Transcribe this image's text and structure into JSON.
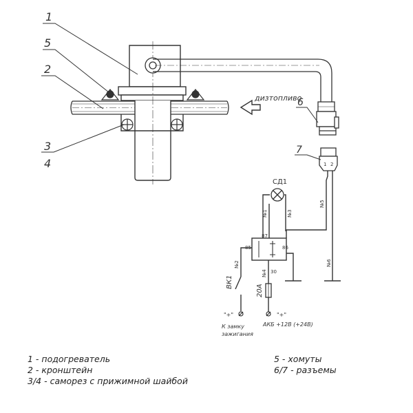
{
  "callouts": {
    "c1": "1",
    "c5": "5",
    "c2": "2",
    "c3": "3",
    "c4": "4",
    "c6": "6",
    "c7": "7"
  },
  "fuel_label": "дизтопливо",
  "lamp_label": "СД1",
  "relay": {
    "pin87": "87",
    "pin85": "85",
    "pin86": "86",
    "pin30": "30"
  },
  "wires": {
    "w1": "№1",
    "w3": "№3",
    "w5": "№5",
    "w2": "№2",
    "w4": "№4",
    "w6": "№6"
  },
  "switch_label": "ВК1",
  "fuse_label": "20А",
  "terminals": {
    "ign_polarity": "\"+\"",
    "bat_polarity": "\"+\"",
    "ign_line1": "К замку",
    "ign_line2": "зажигания",
    "bat_label": "АКБ +12В (+24В)"
  },
  "connector7_pins": [
    "1",
    "2"
  ],
  "legend": {
    "l1": "1 - подогреватель",
    "l2": "2 - кронштейн",
    "l3": "3/4 - саморез с прижимной шайбой",
    "l5": "5 - хомуты",
    "l6": "6/7 - разъемы"
  }
}
